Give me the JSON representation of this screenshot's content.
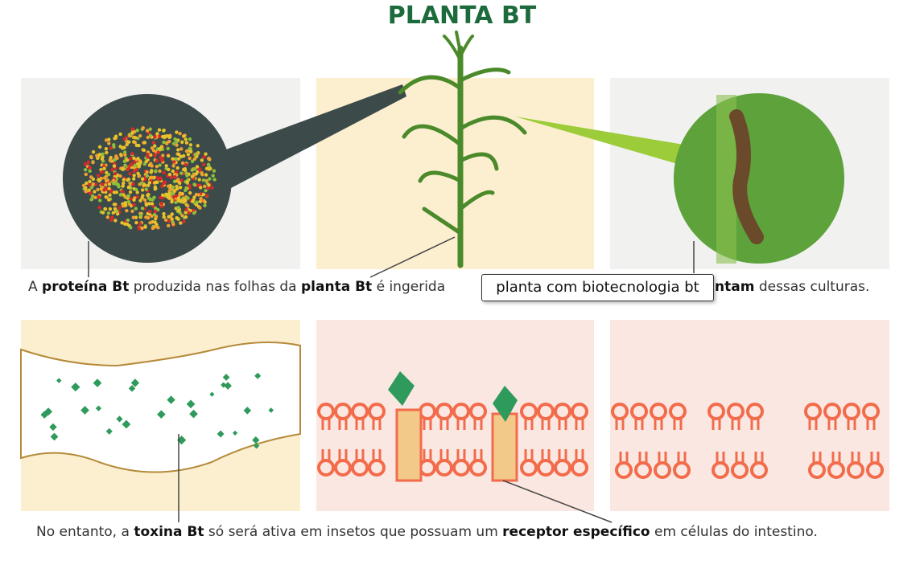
{
  "title": "PLANTA BT",
  "caption_top": {
    "s1": "A ",
    "b1": "proteína Bt",
    "s2": " produzida nas folhas da ",
    "b2": "planta Bt",
    "s3": " é ingerida ",
    "b3": "ntam",
    "s4": " dessas culturas."
  },
  "tooltip": "planta com biotecnologia bt",
  "caption_bottom": {
    "s1": "No entanto, a ",
    "b1": "toxina Bt",
    "s2": " só será ativa em insetos que possuam um ",
    "b2": "receptor específico",
    "s3": " em células do intestino."
  },
  "colors": {
    "title": "#1d6b3c",
    "beige": "#fcefd0",
    "pink": "#fbe7e1",
    "membrane": "#f26b4a",
    "toxin": "#2e9a5b"
  }
}
